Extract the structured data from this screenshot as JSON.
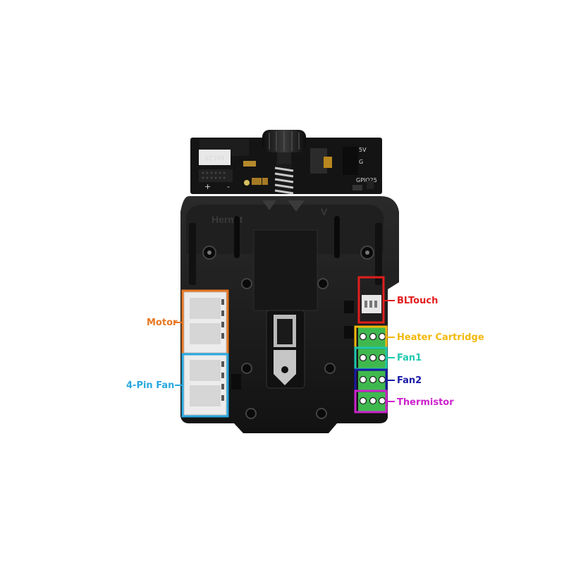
{
  "board": {
    "silkscreen": {
      "left_chip": "bel 25",
      "plus": "+",
      "minus": "-",
      "v5": "5V",
      "g": "G",
      "gpio": "GPIO25",
      "logo_left": "Hermit",
      "logo_right": "V"
    }
  },
  "callouts": [
    {
      "key": "motor",
      "label": "Motor",
      "color": "#e87722",
      "icon": "stepper-motor-connector"
    },
    {
      "key": "fan4pin",
      "label": "4-Pin Fan",
      "color": "#29a8e0",
      "icon": "fan-connector"
    },
    {
      "key": "bltouch",
      "label": "BLTouch",
      "color": "#e21d1d",
      "icon": "probe-connector"
    },
    {
      "key": "heater",
      "label": "Heater Cartridge",
      "color": "#f2b90c",
      "icon": "heater-terminal"
    },
    {
      "key": "fan1",
      "label": "Fan1",
      "color": "#1fc9b0",
      "icon": "fan-terminal"
    },
    {
      "key": "fan2",
      "label": "Fan2",
      "color": "#1a1aa8",
      "icon": "fan-terminal"
    },
    {
      "key": "thermistor",
      "label": "Thermistor",
      "color": "#cc22cc",
      "icon": "thermistor-terminal"
    }
  ]
}
